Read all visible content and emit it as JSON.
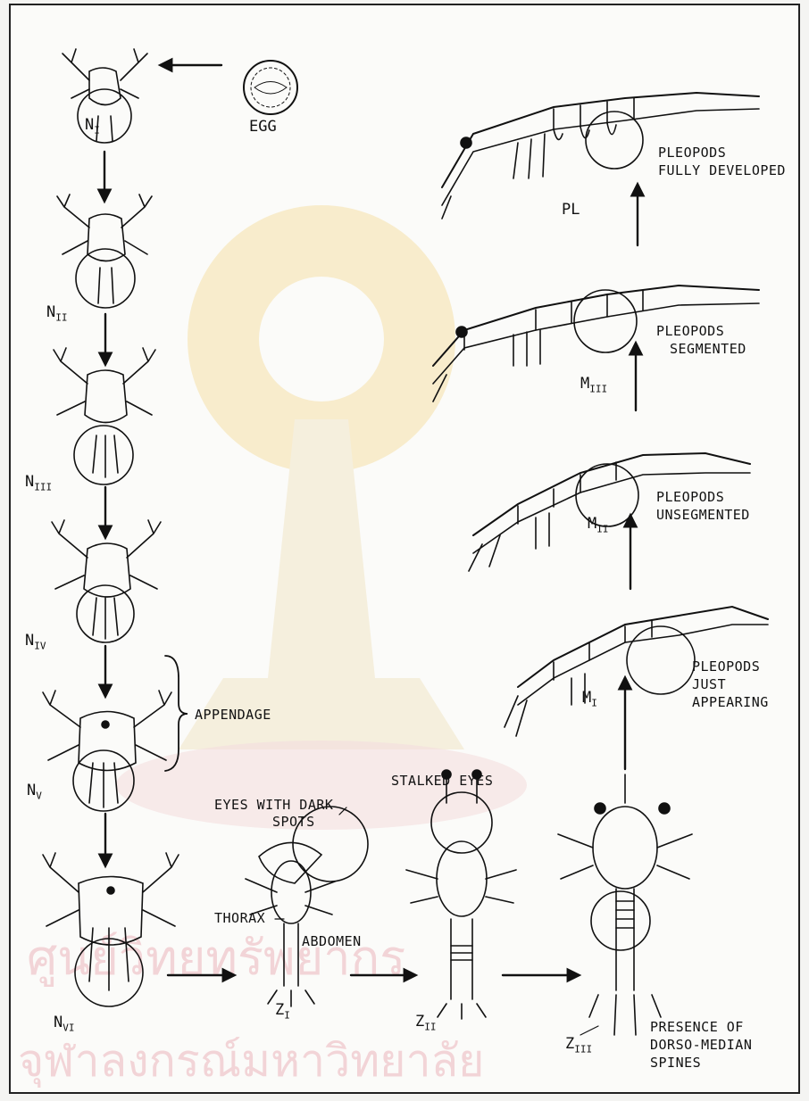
{
  "stages": {
    "egg": "EGG",
    "n1": {
      "base": "N",
      "sub": "I"
    },
    "n2": {
      "base": "N",
      "sub": "II"
    },
    "n3": {
      "base": "N",
      "sub": "III"
    },
    "n4": {
      "base": "N",
      "sub": "IV"
    },
    "n5": {
      "base": "N",
      "sub": "V"
    },
    "n6": {
      "base": "N",
      "sub": "VI"
    },
    "z1": {
      "base": "Z",
      "sub": "I"
    },
    "z2": {
      "base": "Z",
      "sub": "II"
    },
    "z3": {
      "base": "Z",
      "sub": "III"
    },
    "m1": {
      "base": "M",
      "sub": "I"
    },
    "m2": {
      "base": "M",
      "sub": "II"
    },
    "m3": {
      "base": "M",
      "sub": "III"
    },
    "pl": "PL"
  },
  "annotations": {
    "appendage": "APPENDAGE",
    "eyes_dark_spots": [
      "EYES WITH DARK",
      "SPOTS"
    ],
    "stalked_eyes": "STALKED EYES",
    "thorax": "THORAX",
    "abdomen": "ABDOMEN",
    "dorso_median": [
      "PRESENCE OF",
      "DORSO-MEDIAN",
      "SPINES"
    ],
    "pleopods_just": [
      "PLEOPODS",
      "JUST",
      "APPEARING"
    ],
    "pleopods_unseg": [
      "PLEOPODS",
      "UNSEGMENTED"
    ],
    "pleopods_seg": [
      "PLEOPODS",
      "SEGMENTED"
    ],
    "pleopods_full": [
      "PLEOPODS",
      "FULLY DEVELOPED"
    ]
  },
  "watermark": {
    "line1": "ศูนย์วิทยทรัพยากร",
    "line2": "จุฬาลงกรณ์มหาวิทยาลัย",
    "color": "#e8a6ae",
    "emblem_color": "#f3d27a"
  },
  "ink_color": "#111111"
}
